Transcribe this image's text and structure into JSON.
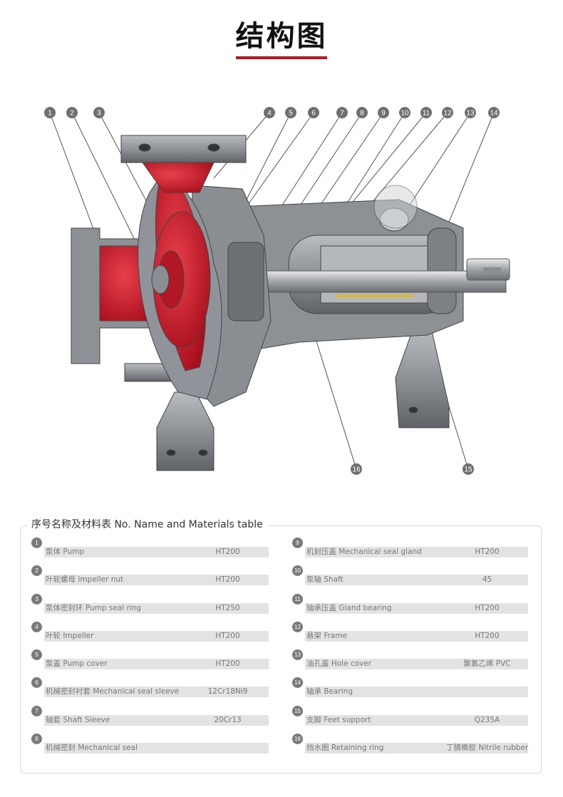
{
  "title": "结构图",
  "accent_color": "#c8101f",
  "callouts_top": [
    "1",
    "2",
    "3",
    "4",
    "5",
    "6",
    "7",
    "8",
    "9",
    "10",
    "11",
    "12",
    "13",
    "14"
  ],
  "callouts_bottom": [
    "16",
    "15"
  ],
  "table": {
    "title": "序号名称及材料表 No. Name and Materials table",
    "left": [
      {
        "no": "1",
        "name": "泵体 Pump",
        "material": "HT200"
      },
      {
        "no": "2",
        "name": "叶轮螺母 Impeller nut",
        "material": "HT200"
      },
      {
        "no": "3",
        "name": "泵体密封环 Pump seal ring",
        "material": "HT250"
      },
      {
        "no": "4",
        "name": "叶轮 Impeller",
        "material": "HT200"
      },
      {
        "no": "5",
        "name": "泵盖 Pump cover",
        "material": "HT200"
      },
      {
        "no": "6",
        "name": "机械密封衬套 Mechanical seal sleeve",
        "material": "12Cr18Ni9"
      },
      {
        "no": "7",
        "name": "轴套 Shaft Sleeve",
        "material": "20Cr13"
      },
      {
        "no": "8",
        "name": "机械密封 Mechanical seal",
        "material": ""
      }
    ],
    "right": [
      {
        "no": "9",
        "name": "机封压盖 Mechanical seal gland",
        "material": "HT200"
      },
      {
        "no": "10",
        "name": "泵轴 Shaft",
        "material": "45"
      },
      {
        "no": "11",
        "name": "轴承压盖 Gland bearing",
        "material": "HT200"
      },
      {
        "no": "12",
        "name": "悬架 Frame",
        "material": "HT200"
      },
      {
        "no": "13",
        "name": "油孔盖 Hole cover",
        "material": "聚氯乙烯 PVC"
      },
      {
        "no": "14",
        "name": "轴承 Bearing",
        "material": ""
      },
      {
        "no": "15",
        "name": "支脚 Feet support",
        "material": "Q235A"
      },
      {
        "no": "16",
        "name": "挡水圈 Retaining ring",
        "material": "丁腈橡胶 Nitrile rubber"
      }
    ]
  }
}
